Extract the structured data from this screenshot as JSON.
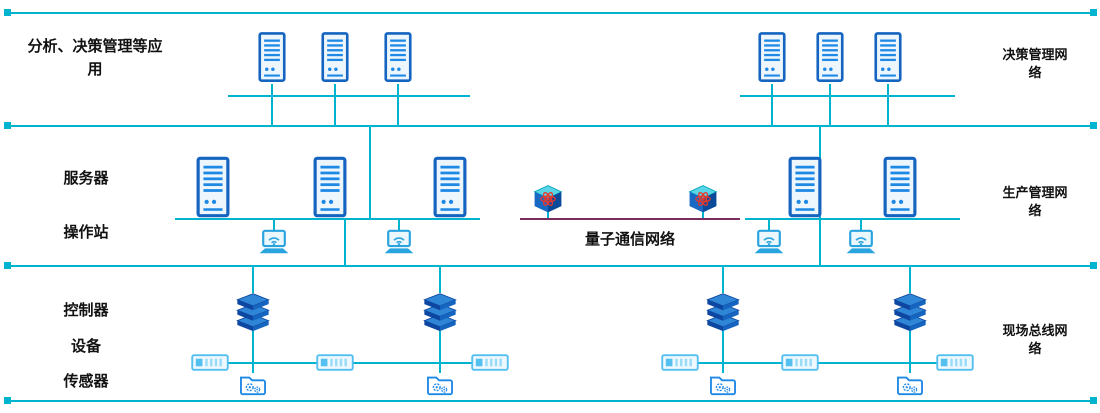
{
  "colors": {
    "line": "#00b4cf",
    "quantum_line": "#7a2b5f",
    "text": "#111111"
  },
  "tiers": {
    "decision": {
      "left_label": "分析、决策管理等应用",
      "right_label": "决策管理网络"
    },
    "production": {
      "server_label": "服务器",
      "workstation_label": "操作站",
      "quantum_label": "量子通信网络",
      "right_label": "生产管理网络"
    },
    "field": {
      "controller_label": "控制器",
      "device_label": "设备",
      "sensor_label": "传感器",
      "right_label": "现场总线网络"
    }
  },
  "icons": {
    "server": "server-tower-icon",
    "laptop": "wireless-laptop-icon",
    "quantum_switch": "quantum-switch-icon",
    "controller": "controller-stack-icon",
    "io_module": "io-module-icon",
    "folder": "folder-gear-icon"
  }
}
